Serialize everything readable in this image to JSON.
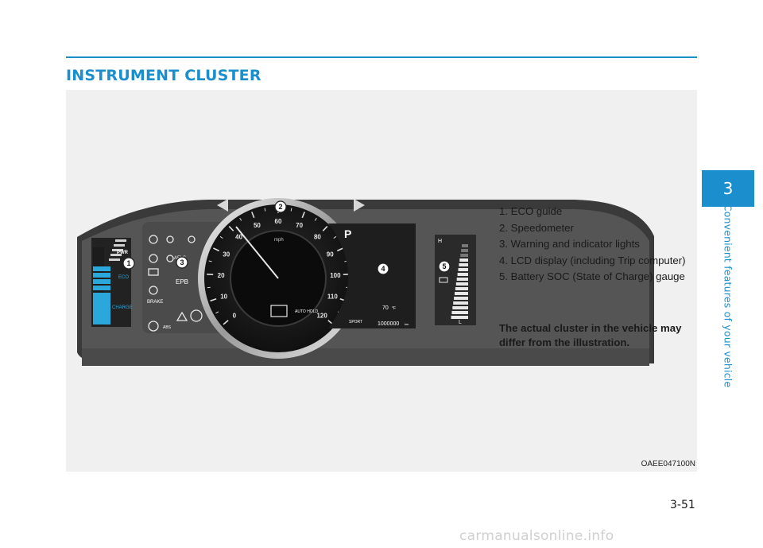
{
  "section": {
    "title": "INSTRUMENT CLUSTER"
  },
  "legend": {
    "items": [
      "1. ECO guide",
      "2. Speedometer",
      "3. Warning and indicator lights",
      "4. LCD display (including Trip computer)",
      "5. Battery SOC (State of Charge) gauge"
    ],
    "note_line1": "The actual cluster in the vehicle may",
    "note_line2": "differ from the illustration."
  },
  "figure": {
    "code": "OAEE047100N",
    "callouts": [
      "1",
      "2",
      "3",
      "4",
      "5"
    ],
    "eco_guide": {
      "pwr": "PWR",
      "eco": "ECO",
      "charge": "CHARGE"
    },
    "speedometer": {
      "unit": "mph",
      "ticks": [
        "0",
        "10",
        "20",
        "30",
        "40",
        "50",
        "60",
        "70",
        "80",
        "90",
        "100",
        "110",
        "120"
      ]
    },
    "indicators": {
      "afls": "AFLS",
      "epb": "EPB",
      "brake": "BRAKE",
      "abs": "ABS",
      "auto_hold": "AUTO HOLD"
    },
    "lcd": {
      "gear": "P",
      "temperature": "70",
      "temp_unit": "°F",
      "odometer": "1000000",
      "odo_unit": "km",
      "sport": "SPORT"
    },
    "soc": {
      "high": "H",
      "low": "L"
    },
    "colors": {
      "eco_blue": "#2aa8dc",
      "accent": "#1b8fce",
      "panel": "#5a5a5a"
    }
  },
  "chapter": {
    "number": "3",
    "title": "Convenient features of your vehicle"
  },
  "page": {
    "number": "3-51"
  },
  "watermark": {
    "text": "carmanualsonline.info"
  }
}
